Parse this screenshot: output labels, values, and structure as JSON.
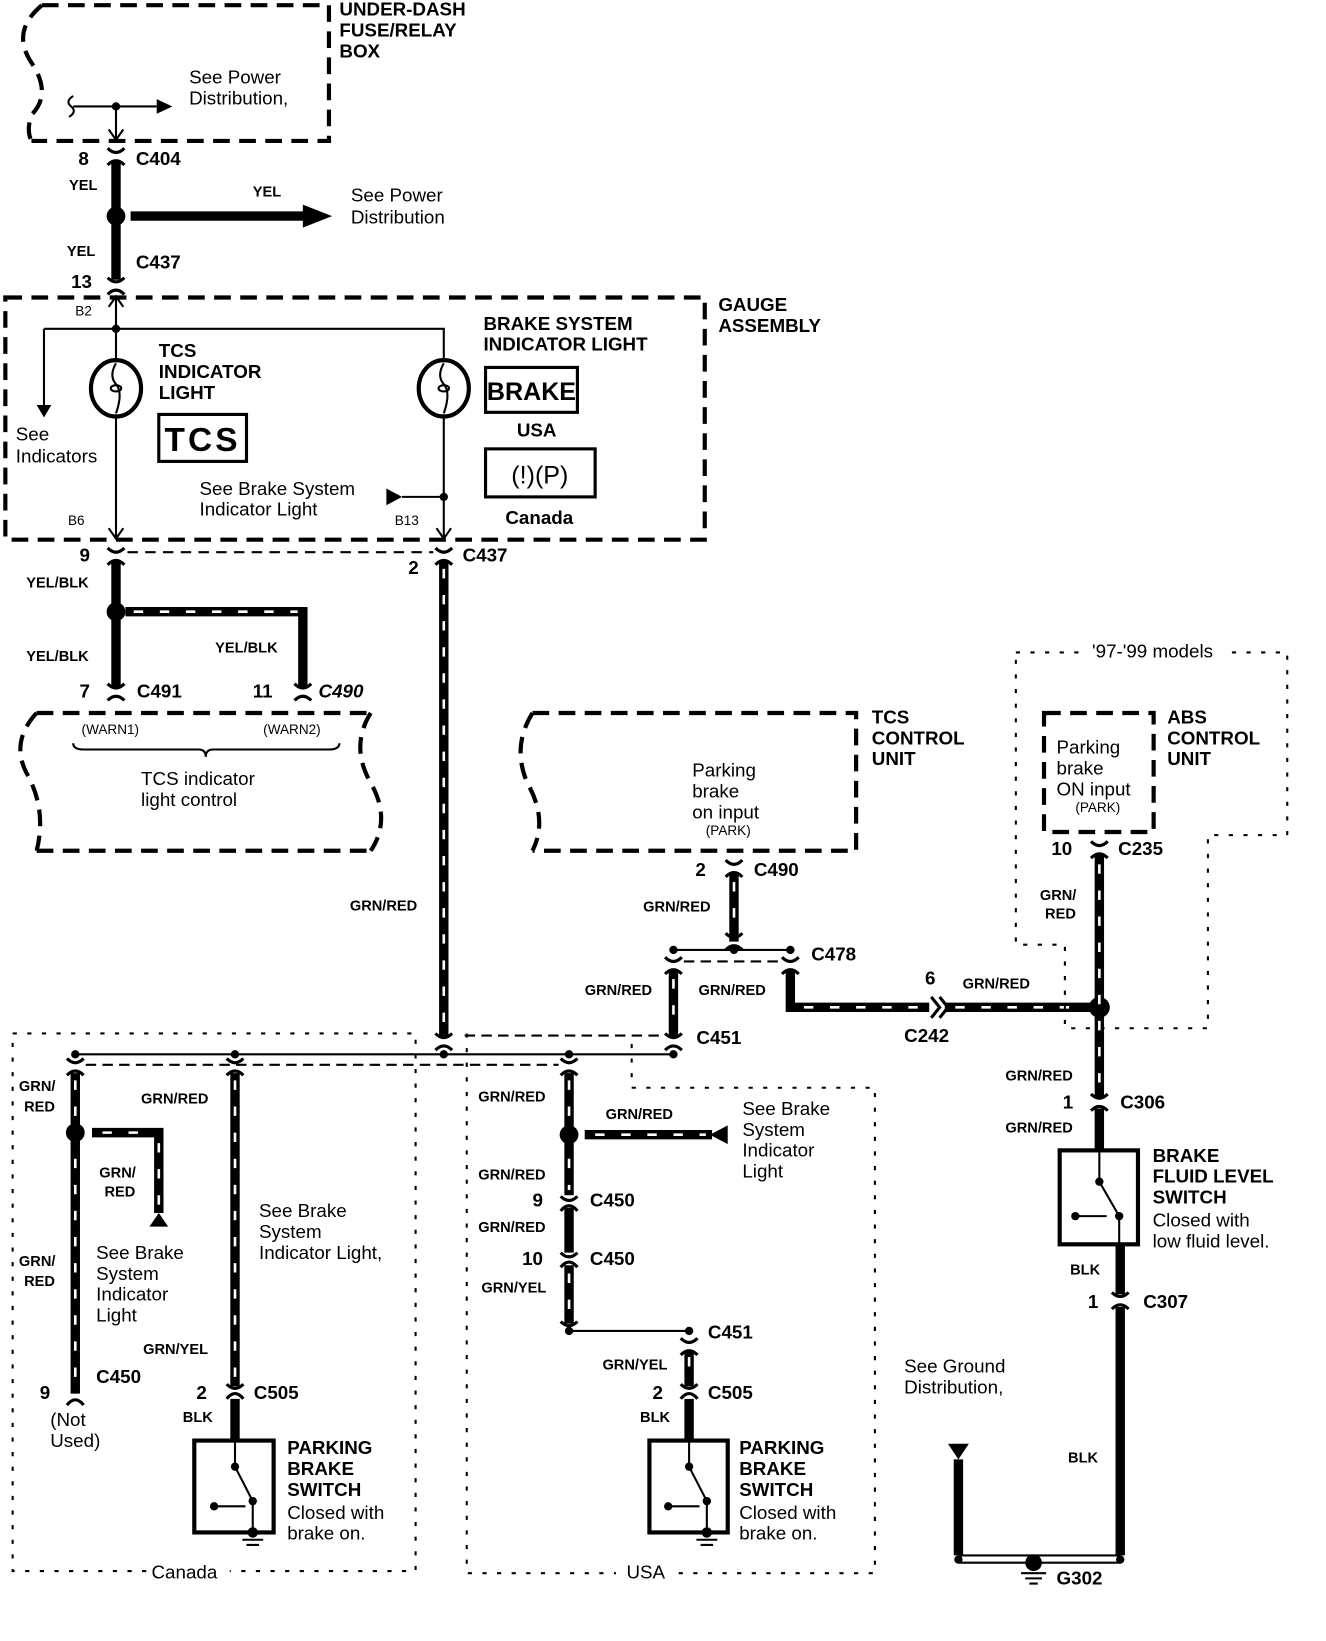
{
  "fuse_box": {
    "title": [
      "UNDER-DASH",
      "FUSE/RELAY",
      "BOX"
    ],
    "note": [
      "See Power",
      "Distribution,"
    ]
  },
  "c404": {
    "pin": "8",
    "id": "C404"
  },
  "yel_labels": [
    "YEL",
    "YEL",
    "YEL"
  ],
  "power_note": [
    "See Power",
    "Distribution"
  ],
  "c437_top": {
    "pin": "13",
    "id": "C437"
  },
  "gauge": {
    "title": [
      "GAUGE",
      "ASSEMBLY"
    ],
    "b2": "B2",
    "b6": "B6",
    "b13": "B13",
    "see_indicators": [
      "See",
      "Indicators"
    ],
    "tcs_light": [
      "TCS",
      "INDICATOR",
      "LIGHT"
    ],
    "tcs_badge": "TCS",
    "brake_light": [
      "BRAKE SYSTEM",
      "INDICATOR LIGHT"
    ],
    "brake_badge": "BRAKE",
    "usa": "USA",
    "canada_badge": "(!)(P)",
    "canada": "Canada",
    "see_brake": [
      "See Brake System",
      "Indicator Light"
    ]
  },
  "c437_bottom": {
    "pin_left": "9",
    "pin_right": "2",
    "id": "C437"
  },
  "yelblk_labels": [
    "YEL/BLK",
    "YEL/BLK",
    "YEL/BLK"
  ],
  "c491": {
    "pin": "7",
    "id": "C491"
  },
  "c490_tcs": {
    "pin": "11",
    "id": "C490"
  },
  "tcs_light_control": {
    "warn1": "(WARN1)",
    "warn2": "(WARN2)",
    "label": [
      "TCS indicator",
      "light control"
    ]
  },
  "main_wire_label": "GRN/RED",
  "tcs_control_unit": {
    "title": [
      "TCS",
      "CONTROL",
      "UNIT"
    ],
    "input": [
      "Parking",
      "brake",
      "on input"
    ],
    "park": "(PARK)"
  },
  "c490": {
    "pin": "2",
    "id": "C490"
  },
  "c478": {
    "id": "C478"
  },
  "c451": {
    "id": "C451"
  },
  "c242": {
    "pin": "6",
    "id": "C242"
  },
  "grnred_labels": [
    "GRN/RED",
    "GRN/RED",
    "GRN/RED",
    "GRN/RED"
  ],
  "models_note": "'97-'99 models",
  "abs_control_unit": {
    "title": [
      "ABS",
      "CONTROL",
      "UNIT"
    ],
    "input": [
      "Parking",
      "brake",
      "ON input"
    ],
    "park": "(PARK)"
  },
  "c235": {
    "pin": "10",
    "id": "C235"
  },
  "abs_wire_label": [
    "GRN/",
    "RED"
  ],
  "c306": {
    "pin": "1",
    "id": "C306",
    "label_above": "GRN/RED",
    "label_below": "GRN/RED"
  },
  "fluid_switch": {
    "title": [
      "BRAKE",
      "FLUID LEVEL",
      "SWITCH"
    ],
    "note": [
      "Closed with",
      "low fluid level."
    ]
  },
  "c307": {
    "pin": "1",
    "id": "C307",
    "wire": "BLK"
  },
  "ground": {
    "note": [
      "See Ground",
      "Distribution,"
    ],
    "wire": "BLK",
    "id": "G302"
  },
  "canada_section": {
    "label": "Canada",
    "wire_labels": [
      "GRN/",
      "RED",
      "GRN/",
      "RED",
      "GRN/",
      "RED",
      "GRN/RED",
      "GRN/YEL",
      "BLK"
    ],
    "see_brake_left": [
      "See Brake",
      "System",
      "Indicator",
      "Light"
    ],
    "see_brake_right": [
      "See Brake",
      "System",
      "Indicator Light,"
    ],
    "c450": {
      "pin": "9",
      "id": "C450",
      "note": [
        "(Not",
        "Used)"
      ]
    },
    "c505": {
      "pin": "2",
      "id": "C505"
    },
    "switch": {
      "title": [
        "PARKING",
        "BRAKE",
        "SWITCH"
      ],
      "note": [
        "Closed with",
        "brake on."
      ]
    }
  },
  "usa_section": {
    "label": "USA",
    "wire_labels": [
      "GRN/RED",
      "GRN/RED",
      "GRN/RED",
      "GRN/RED",
      "GRN/YEL",
      "GRN/YEL",
      "BLK"
    ],
    "see_brake": [
      "See Brake",
      "System",
      "Indicator",
      "Light"
    ],
    "c450_a": {
      "pin": "9",
      "id": "C450"
    },
    "c450_b": {
      "pin": "10",
      "id": "C450"
    },
    "c451": {
      "id": "C451"
    },
    "c505": {
      "pin": "2",
      "id": "C505"
    },
    "switch": {
      "title": [
        "PARKING",
        "BRAKE",
        "SWITCH"
      ],
      "note": [
        "Closed with",
        "brake on."
      ]
    }
  }
}
